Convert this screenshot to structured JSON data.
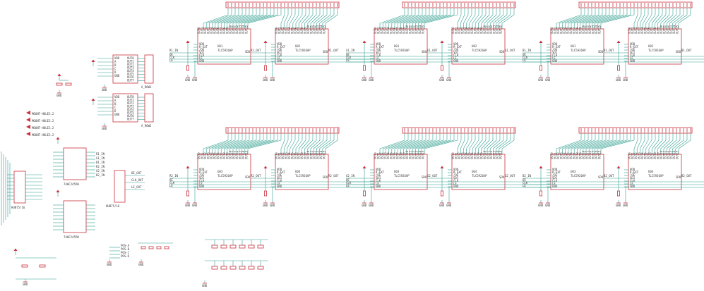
{
  "colors": {
    "wire": "#2f9f8f",
    "part": "#c8303c",
    "text": "#3a3a3a",
    "background": "#ffffff"
  },
  "blocks": [
    {
      "u1": "U01",
      "u2": "U02",
      "in_net": "R1_IN",
      "out_net": "R1_OUT",
      "ic_type": "TLC5926AP"
    },
    {
      "u1": "U01",
      "u2": "U02",
      "in_net": "G1_IN",
      "out_net": "G1_OUT",
      "ic_type": "TLC5926AP"
    },
    {
      "u1": "U01",
      "u2": "U02",
      "in_net": "B1_IN",
      "out_net": "B1_OUT",
      "ic_type": "TLC5926AP"
    },
    {
      "u1": "U03",
      "u2": "U04",
      "in_net": "R2_IN",
      "out_net": "R2_OUT",
      "ic_type": "TLC5926AP"
    },
    {
      "u1": "U03",
      "u2": "U04",
      "in_net": "G2_IN",
      "out_net": "G2_OUT",
      "ic_type": "TLC5926AP"
    },
    {
      "u1": "U03",
      "u2": "U04",
      "in_net": "B2_IN",
      "out_net": "B2_OUT",
      "ic_type": "TLC5926AP"
    }
  ],
  "ic_pins_left": [
    "VDD",
    "R-EXT",
    "/OE",
    "SDI",
    "CLK",
    "LE",
    "GND"
  ],
  "ic_pin_sdo": "SDO",
  "ctrl_nets": [
    "OE",
    "CLK",
    "LE"
  ],
  "gnd_label": "GND",
  "row_connectors": [
    "A_ROW1",
    "A_ROW2"
  ],
  "row_chip_pins": [
    "VDD",
    "A",
    "B",
    "C",
    "D",
    "GND"
  ],
  "row_chip_outs": [
    "OUT0",
    "OUT1",
    "OUT2",
    "OUT3",
    "OUT4",
    "OUT5",
    "OUT6",
    "OUT7"
  ],
  "mount_holes": [
    "MOUNT-HOLE3.2",
    "MOUNT-HOLE3.2",
    "MOUNT-HOLE3.2",
    "MOUNT-HOLE3.2"
  ],
  "buffers": [
    "74HC245PW",
    "74HC245PW"
  ],
  "cable_connector": "HUB75/16",
  "hub_labels": [
    "R1_IN",
    "G1_IN",
    "B1_IN",
    "R2_IN",
    "G2_IN",
    "B2_IN"
  ],
  "bottom_labels": [
    "OE_OUT",
    "CLK_OUT",
    "LE_OUT"
  ],
  "misc_nets": [
    "POS-A",
    "POS-B",
    "POS-C",
    "POS-D"
  ]
}
